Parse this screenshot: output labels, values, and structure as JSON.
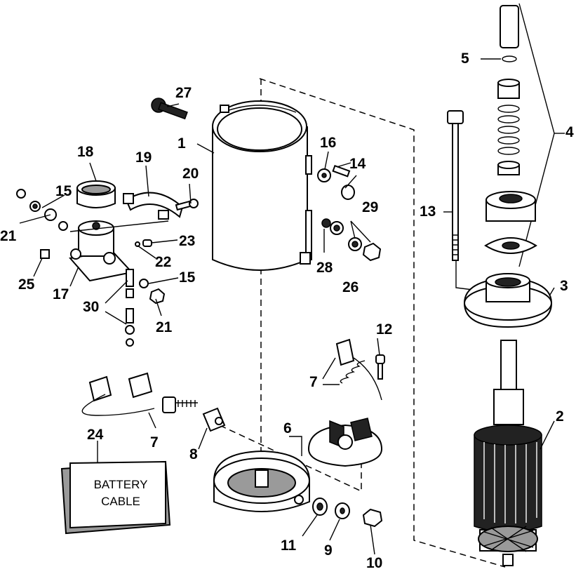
{
  "callouts": [
    "1",
    "2",
    "3",
    "4",
    "5",
    "6",
    "7",
    "7",
    "8",
    "9",
    "10",
    "11",
    "12",
    "13",
    "14",
    "15",
    "15",
    "16",
    "17",
    "18",
    "19",
    "20",
    "21",
    "21",
    "22",
    "23",
    "24",
    "25",
    "26",
    "27",
    "28",
    "29",
    "30"
  ],
  "battery_box": {
    "line1": "BATTERY",
    "line2": "CABLE"
  },
  "colors": {
    "ink": "#000000",
    "paper": "#ffffff",
    "shade": "#9a9a9a"
  }
}
